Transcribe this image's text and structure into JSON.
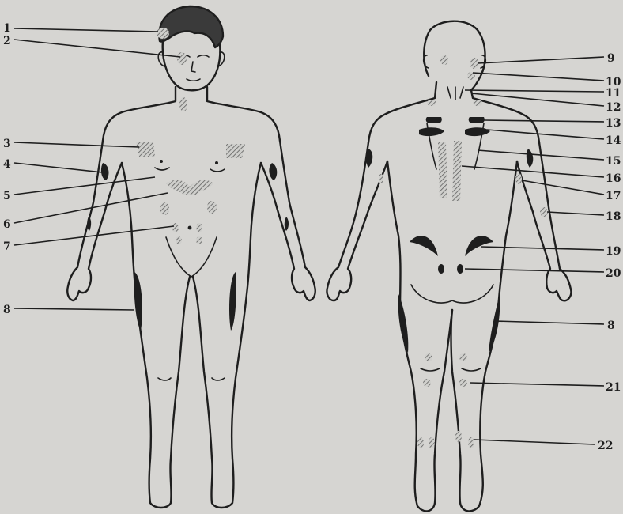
{
  "colors": {
    "background": "#d6d5d2",
    "ink": "#1e1e1e",
    "hatch": "#6f6f6f"
  },
  "labels": [
    "1",
    "2",
    "3",
    "4",
    "5",
    "6",
    "7",
    "8",
    "9",
    "10",
    "11",
    "12",
    "13",
    "14",
    "15",
    "16",
    "17",
    "18",
    "19",
    "20",
    "8",
    "21",
    "22"
  ]
}
